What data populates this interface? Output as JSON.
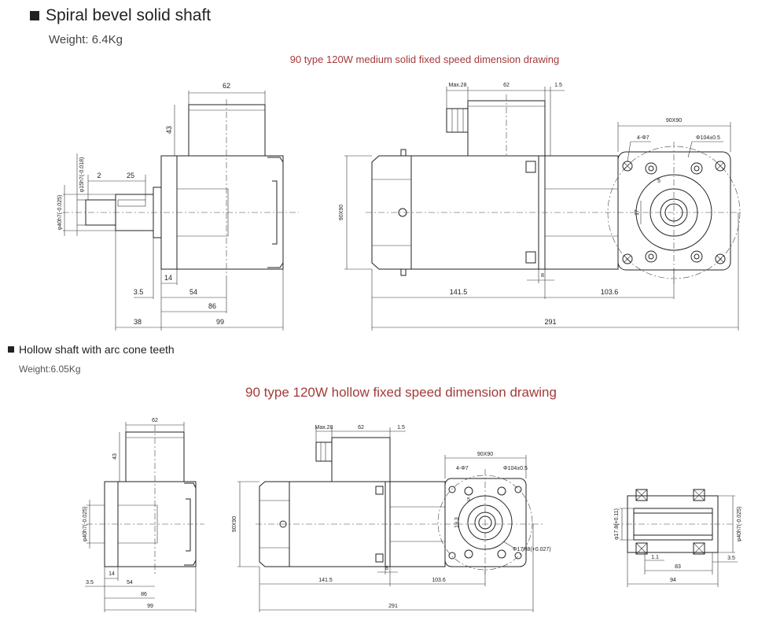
{
  "section1": {
    "title": "Spiral bevel solid shaft",
    "weight": "Weight: 6.4Kg",
    "caption": "90 type 120W medium solid fixed speed dimension drawing"
  },
  "section2": {
    "title": "Hollow shaft with arc cone teeth",
    "weight": "Weight:6.05Kg",
    "caption": "90 type 120W hollow fixed speed dimension drawing"
  },
  "drawing1": {
    "side": {
      "d62": "62",
      "d43": "43",
      "d2": "2",
      "d25": "25",
      "d14": "14",
      "d35": "3.5",
      "d54": "54",
      "d86": "86",
      "d38": "38",
      "d99": "99",
      "phi15": "φ15h7(-0.018)",
      "phi40": "φ40h7(-0.025)"
    },
    "front": {
      "max28": "Max.28",
      "d62": "62",
      "d15": "1.5",
      "d90": "90X90",
      "d8": "8",
      "d1415": "141.5",
      "d1036": "103.6",
      "d291": "291"
    },
    "flange": {
      "d90": "90X90",
      "holes": "4-Φ7",
      "pcd": "Φ104±0.5",
      "key": "5",
      "d17": "17"
    }
  },
  "drawing2": {
    "side": {
      "d62": "62",
      "d43": "43",
      "d14": "14",
      "d35": "3.5",
      "d54": "54",
      "d86": "86",
      "d99": "99",
      "phi40": "φ40h7(-0.025)"
    },
    "front": {
      "max28": "Max.28",
      "d62": "62",
      "d15": "1.5",
      "d90": "90X90",
      "d8": "8",
      "d1415": "141.5",
      "d1036": "103.6",
      "d291": "291"
    },
    "flange": {
      "d90": "90X90",
      "holes": "4-Φ7",
      "pcd": "Φ104±0.5",
      "d5": "5",
      "d193": "19.3",
      "bore": "Φ17H8(+0.027)"
    },
    "shaft": {
      "phi178": "φ17.8(+0.11)",
      "phi40": "φ40h7(-0.025)",
      "d11": "1.1",
      "d83": "83",
      "d35": "3.5",
      "d94": "94"
    }
  }
}
